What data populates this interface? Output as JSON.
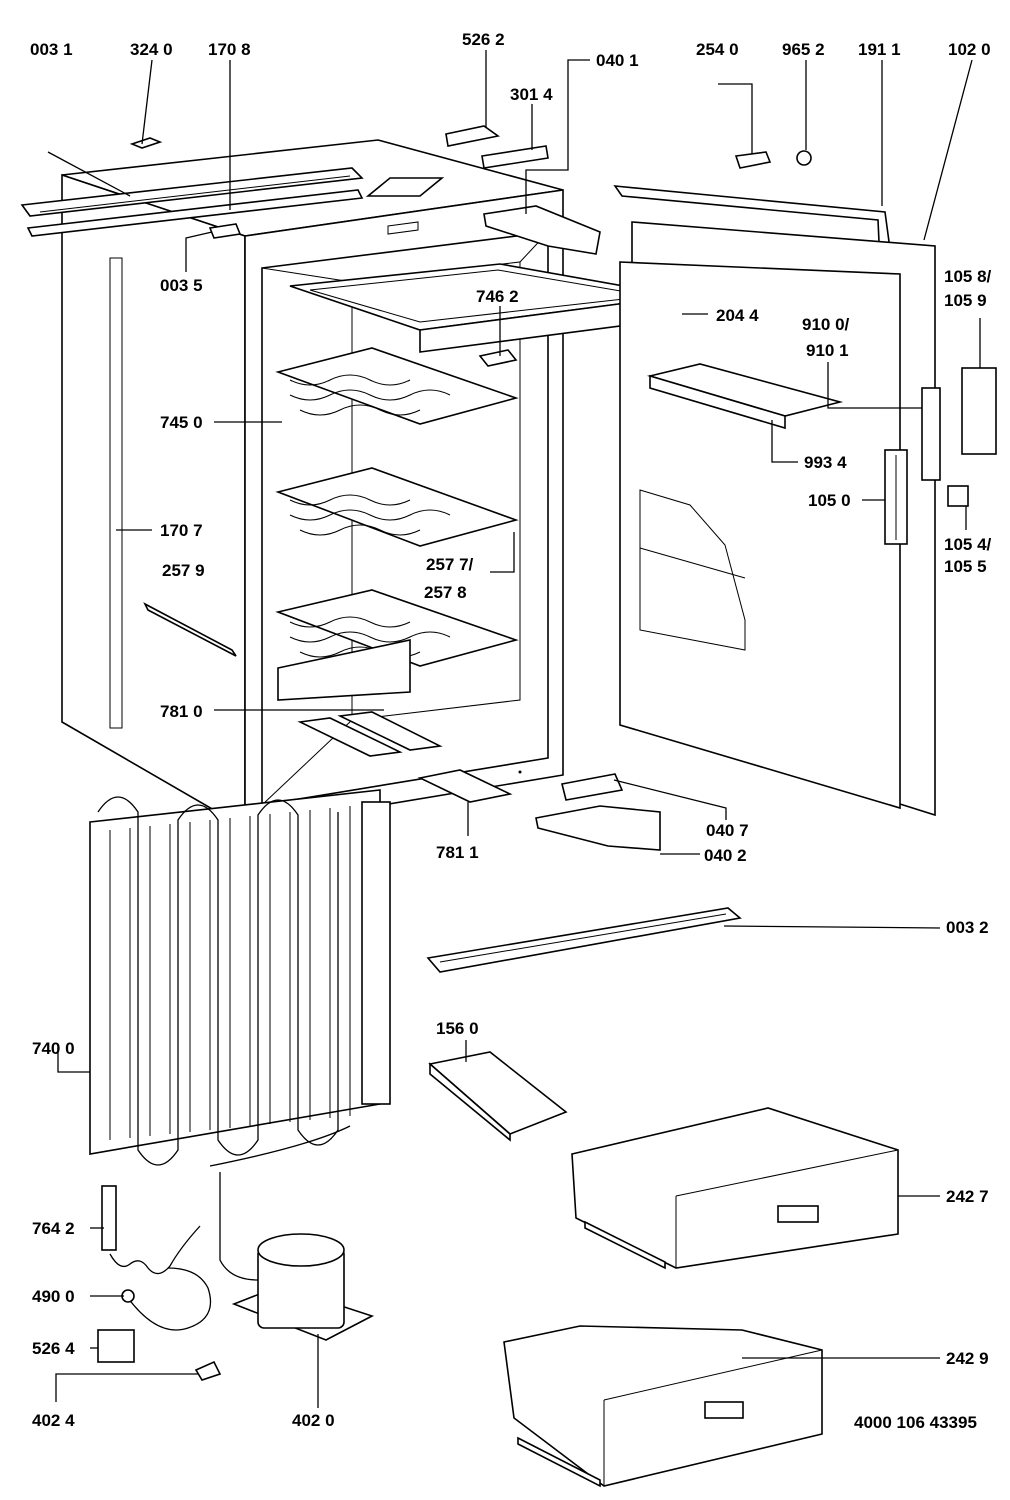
{
  "labels": {
    "p0031": "003 1",
    "p3240": "324 0",
    "p1708": "170 8",
    "p5262": "526 2",
    "p0401": "040 1",
    "p3014": "301 4",
    "p2540": "254 0",
    "p9652": "965 2",
    "p1911": "191 1",
    "p1020": "102 0",
    "p0035": "003 5",
    "p7462": "746 2",
    "p2044": "204 4",
    "p1058": "105 8/",
    "p1059": "105 9",
    "p9100": "910 0/",
    "p9101": "910 1",
    "p7450": "745 0",
    "p9934": "993 4",
    "p1050": "105 0",
    "p1707": "170 7",
    "p2577": "257 7/",
    "p2578": "257 8",
    "p2579": "257 9",
    "p1054": "105 4/",
    "p1055": "105 5",
    "p7810": "781 0",
    "p0407": "040 7",
    "p7811": "781 1",
    "p0402": "040 2",
    "p0032": "003 2",
    "p1560": "156 0",
    "p7400": "740 0",
    "p2427": "242 7",
    "p7642": "764 2",
    "p4900": "490 0",
    "p5264": "526 4",
    "p2429": "242 9",
    "p4024": "402 4",
    "p4020": "402 0"
  },
  "catalog_number": "4000 106 43395"
}
